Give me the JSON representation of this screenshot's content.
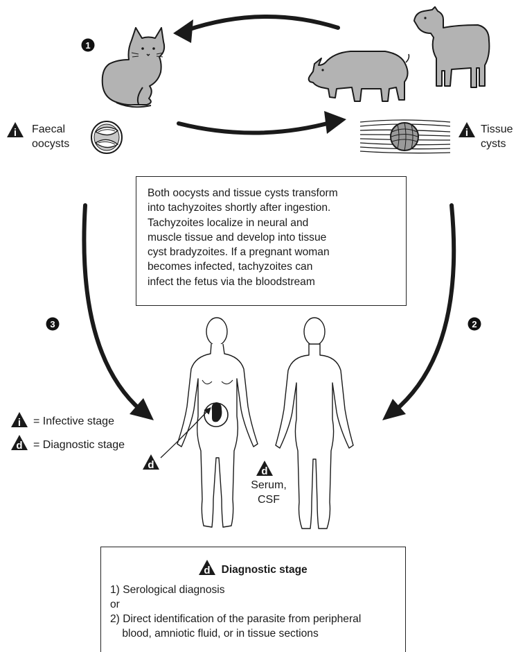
{
  "steps": {
    "one": "1",
    "two": "2",
    "three": "3"
  },
  "labels": {
    "faecal_1": "Faecal",
    "faecal_2": "oocysts",
    "tissue_1": "Tissue",
    "tissue_2": "cysts",
    "serum_1": "Serum,",
    "serum_2": "CSF"
  },
  "icon_letters": {
    "infective": "i",
    "diagnostic": "d"
  },
  "legend": {
    "infective": "= Infective stage",
    "diagnostic": "= Diagnostic stage"
  },
  "info_box": {
    "lines": [
      "Both oocysts and tissue cysts transform",
      "into tachyzoites shortly after ingestion.",
      "Tachyzoites localize in neural and",
      "muscle tissue and develop into tissue",
      "cyst bradyzoites. If a pregnant woman",
      "becomes infected, tachyzoites can",
      "infect the fetus via the bloodstream"
    ]
  },
  "diagnostic_box": {
    "title": "Diagnostic stage",
    "lines": [
      "1) Serological diagnosis",
      "or",
      "2) Direct identification of the parasite from peripheral",
      "    blood, amniotic fluid, or in tissue sections"
    ]
  },
  "colors": {
    "figure_fill": "#b3b3b3",
    "ink": "#1a1a1a",
    "background": "#ffffff"
  },
  "icons": [
    "cat-icon",
    "pig-icon",
    "sheep-icon",
    "oocyst-icon",
    "tissue-cyst-icon",
    "infective-stage-icon",
    "diagnostic-stage-icon",
    "female-figure-icon",
    "male-figure-icon",
    "fetus-icon"
  ]
}
